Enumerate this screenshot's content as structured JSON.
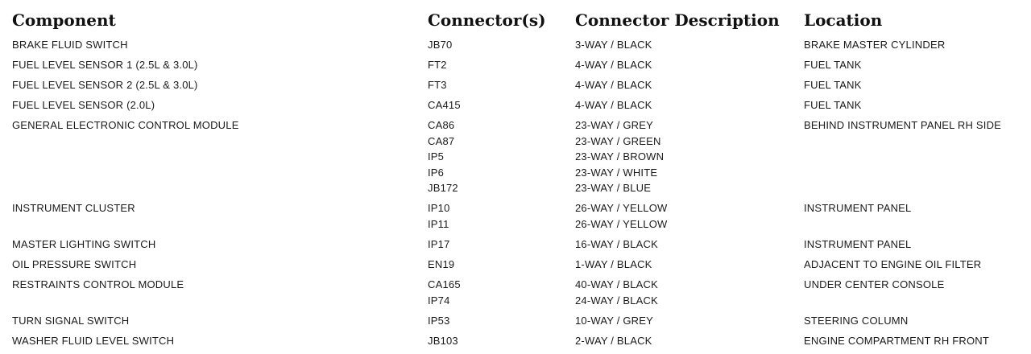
{
  "headers": {
    "component": "Component",
    "connectors": "Connector(s)",
    "description": "Connector Description",
    "location": "Location"
  },
  "rows": [
    {
      "component": "BRAKE FLUID SWITCH",
      "connectors": [
        "JB70"
      ],
      "descriptions": [
        "3-WAY / BLACK"
      ],
      "location": "BRAKE MASTER CYLINDER"
    },
    {
      "component": "FUEL LEVEL SENSOR 1 (2.5L & 3.0L)",
      "connectors": [
        "FT2"
      ],
      "descriptions": [
        "4-WAY / BLACK"
      ],
      "location": "FUEL TANK"
    },
    {
      "component": "FUEL LEVEL SENSOR 2 (2.5L & 3.0L)",
      "connectors": [
        "FT3"
      ],
      "descriptions": [
        "4-WAY / BLACK"
      ],
      "location": "FUEL TANK"
    },
    {
      "component": "FUEL LEVEL SENSOR (2.0L)",
      "connectors": [
        "CA415"
      ],
      "descriptions": [
        "4-WAY / BLACK"
      ],
      "location": "FUEL TANK"
    },
    {
      "component": "GENERAL ELECTRONIC CONTROL MODULE",
      "connectors": [
        "CA86",
        "CA87",
        "IP5",
        "IP6",
        "JB172"
      ],
      "descriptions": [
        "23-WAY / GREY",
        "23-WAY / GREEN",
        "23-WAY / BROWN",
        "23-WAY / WHITE",
        "23-WAY / BLUE"
      ],
      "location": "BEHIND INSTRUMENT PANEL RH SIDE"
    },
    {
      "component": "INSTRUMENT CLUSTER",
      "connectors": [
        "IP10",
        "IP11"
      ],
      "descriptions": [
        "26-WAY / YELLOW",
        "26-WAY / YELLOW"
      ],
      "location": "INSTRUMENT PANEL"
    },
    {
      "component": "MASTER LIGHTING SWITCH",
      "connectors": [
        "IP17"
      ],
      "descriptions": [
        "16-WAY / BLACK"
      ],
      "location": "INSTRUMENT PANEL"
    },
    {
      "component": "OIL PRESSURE SWITCH",
      "connectors": [
        "EN19"
      ],
      "descriptions": [
        "1-WAY / BLACK"
      ],
      "location": "ADJACENT TO ENGINE OIL FILTER"
    },
    {
      "component": "RESTRAINTS CONTROL MODULE",
      "connectors": [
        "CA165",
        "IP74"
      ],
      "descriptions": [
        "40-WAY / BLACK",
        "24-WAY / BLACK"
      ],
      "location": "UNDER CENTER CONSOLE"
    },
    {
      "component": "TURN SIGNAL SWITCH",
      "connectors": [
        "IP53"
      ],
      "descriptions": [
        "10-WAY / GREY"
      ],
      "location": "STEERING COLUMN"
    },
    {
      "component": "WASHER FLUID LEVEL SWITCH",
      "connectors": [
        "JB103"
      ],
      "descriptions": [
        "2-WAY / BLACK"
      ],
      "location": "ENGINE COMPARTMENT RH FRONT"
    }
  ]
}
